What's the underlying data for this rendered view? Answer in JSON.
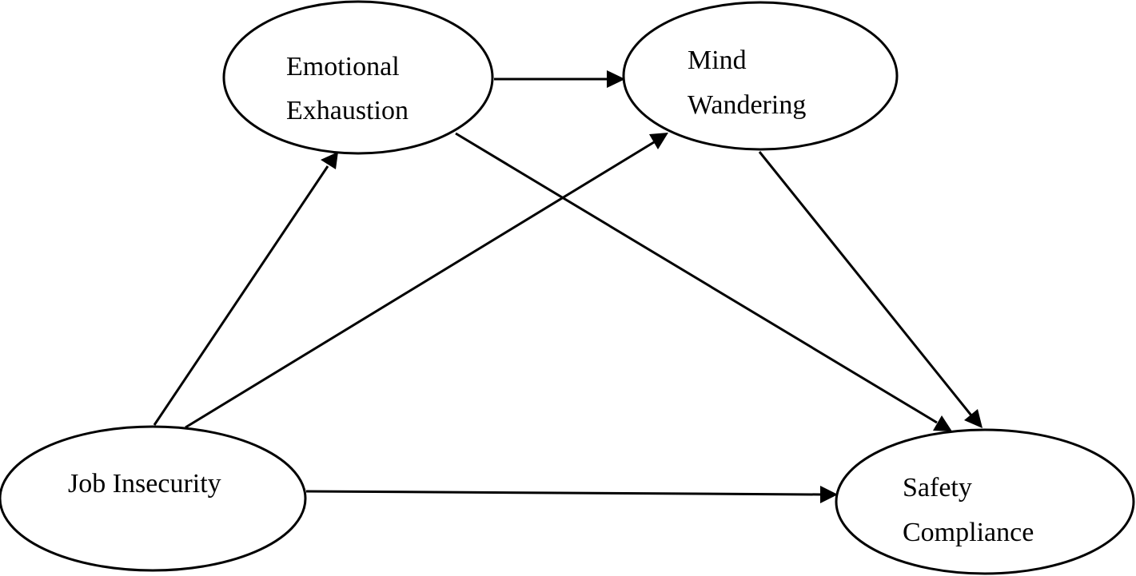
{
  "diagram": {
    "nodes": {
      "emotional_exhaustion": {
        "line1": "Emotional",
        "line2": "Exhaustion"
      },
      "mind_wandering": {
        "line1": "Mind",
        "line2": "Wandering"
      },
      "job_insecurity": {
        "line1": "Job Insecurity"
      },
      "safety_compliance": {
        "line1": "Safety",
        "line2": "Compliance"
      }
    },
    "edges": [
      {
        "from": "Emotional Exhaustion",
        "to": "Mind Wandering"
      },
      {
        "from": "Job Insecurity",
        "to": "Emotional Exhaustion"
      },
      {
        "from": "Job Insecurity",
        "to": "Mind Wandering"
      },
      {
        "from": "Emotional Exhaustion",
        "to": "Safety Compliance"
      },
      {
        "from": "Mind Wandering",
        "to": "Safety Compliance"
      },
      {
        "from": "Job Insecurity",
        "to": "Safety Compliance"
      }
    ],
    "colors": {
      "stroke": "#000000",
      "fill": "#ffffff"
    }
  }
}
